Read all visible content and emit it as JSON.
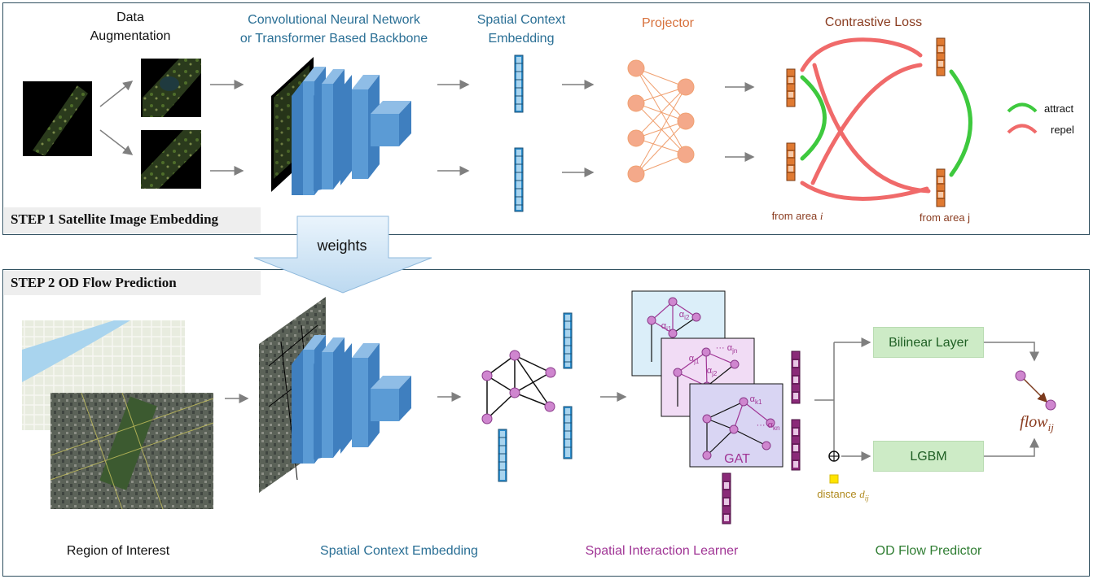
{
  "step1": {
    "title": "STEP 1  Satellite Image Embedding",
    "data_augmentation": [
      "Data",
      "Augmentation"
    ],
    "backbone": [
      "Convolutional Neural Network",
      "or Transformer Based Backbone"
    ],
    "spatial_context": [
      "Spatial Context",
      "Embedding"
    ],
    "projector": "Projector",
    "contrastive_loss": "Contrastive Loss",
    "from_area_i_prefix": "from area ",
    "from_area_i_var": "i",
    "from_area_j": "from area j",
    "legend_attract": "attract",
    "legend_repel": "repel"
  },
  "weights": "weights",
  "step2": {
    "title": "STEP 2  OD Flow Prediction",
    "region_of_interest": "Region of Interest",
    "spatial_context_embedding": "Spatial Context Embedding",
    "spatial_interaction_learner": "Spatial Interaction Learner",
    "od_flow_predictor": "OD Flow Predictor",
    "bilinear_layer": "Bilinear Layer",
    "lgbm": "LGBM",
    "gat": "GAT",
    "distance_prefix": "distance ",
    "distance_var": "d",
    "distance_sub": "ij",
    "flow_var": "flow",
    "flow_sub": "ij",
    "gat_labels": {
      "a_i1": "α",
      "a_i1_sub": "i1",
      "a_i2": "α",
      "a_i2_sub": "i2",
      "a_j1": "α",
      "a_j1_sub": "j1",
      "a_j2": "α",
      "a_j2_sub": "j2",
      "a_jn": "··· α",
      "a_jn_sub": "jn",
      "a_k1": "α",
      "a_k1_sub": "k1",
      "a_kn": "··· α",
      "a_kn_sub": "kn"
    }
  },
  "colors": {
    "teal_text": "#2a6f95",
    "orange_text": "#d7703b",
    "brown_text": "#8a3c20",
    "purple_text": "#a03595",
    "green_text": "#2f7d32",
    "attract": "#3ec93e",
    "repel": "#f06a6a",
    "embedding_blue": "#2b8ccc",
    "embedding_orange": "#e07a32",
    "embedding_purple": "#8a2a78",
    "node_pink": "#cf86cf",
    "block_blue": "#5b9bd5"
  }
}
